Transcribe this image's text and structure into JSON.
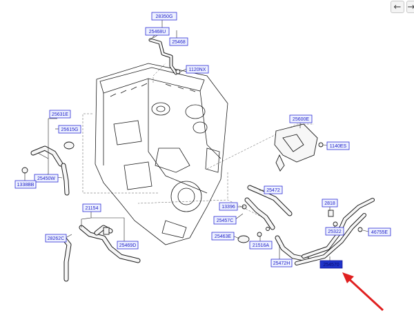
{
  "nav": {
    "back_icon": "arrow-left-icon",
    "back_glyph": "←",
    "next_glyph": "→"
  },
  "colors": {
    "label_text": "#1a1ac8",
    "label_box": "#2b2bd6",
    "highlight_box": "#1f33c9",
    "arrow": "#e02020"
  },
  "labels": {
    "l28350g": "28350G",
    "l25468u": "25468U",
    "l25468": "25468",
    "l1120nx": "1120NX",
    "l25631e": "25631E",
    "l25615g": "25615G",
    "l25450w": "25450W",
    "l1338bb": "1338BB",
    "l25600e": "25600E",
    "l1140es": "1140ES",
    "l25472": "25472",
    "l13396": "13396",
    "l25457c": "25457C",
    "l25463e": "25463E",
    "l21516a": "21516A",
    "l2818": "2818",
    "l25322": "25322",
    "l46755e": "46755E",
    "l25472h": "25472H",
    "l254570": "254570",
    "l21154": "21154",
    "l28262c": "28262C",
    "l25469d": "25469D"
  }
}
